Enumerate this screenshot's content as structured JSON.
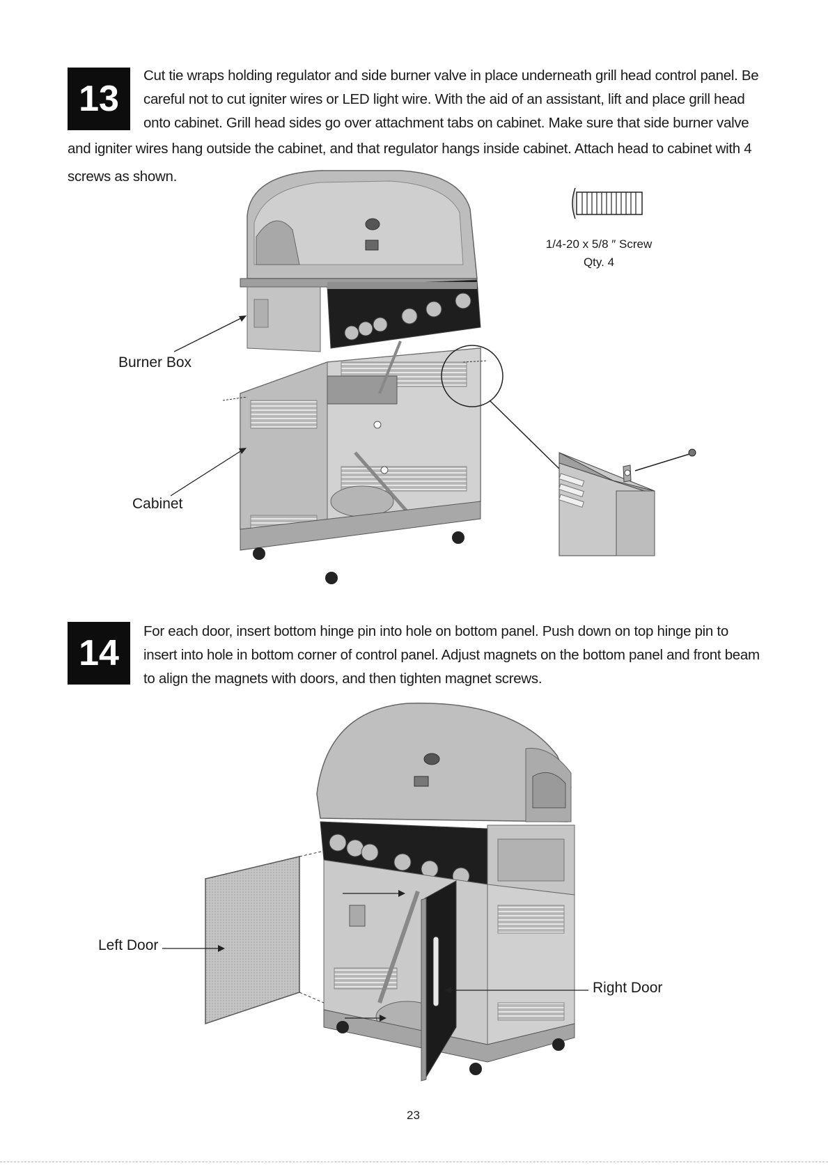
{
  "steps": [
    {
      "number": "13",
      "lines": [
        "Cut tie wraps holding regulator and side burner valve in place underneath grill head control panel. Be",
        "careful not to cut igniter wires or LED light wire. With the aid of an assistant, lift and place grill head",
        "onto cabinet. Grill head sides go over attachment tabs on cabinet. Make sure that side burner valve",
        "and igniter wires hang outside the cabinet, and that regulator hangs inside cabinet. Attach head to cabinet with 4",
        "screws as shown."
      ],
      "labels": {
        "burner_box": "Burner Box",
        "cabinet": "Cabinet"
      },
      "screw": {
        "spec": "1/4-20 x 5/8 ″ Screw",
        "qty": "Qty. 4"
      }
    },
    {
      "number": "14",
      "lines": [
        "For each door, insert bottom hinge pin into hole on bottom panel. Push down on top hinge pin to",
        "insert into hole in bottom corner of control panel. Adjust magnets on the bottom panel and front beam",
        "to align the magnets with doors, and then tighten magnet screws."
      ],
      "labels": {
        "left_door": "Left Door",
        "right_door": "Right Door"
      }
    }
  ],
  "page_number": "23",
  "colors": {
    "metal_light": "#c9c9c9",
    "metal_mid": "#a9a9a9",
    "metal_dark": "#7a7a7a",
    "panel_black": "#1e1e1e",
    "ink": "#1a1a1a"
  }
}
